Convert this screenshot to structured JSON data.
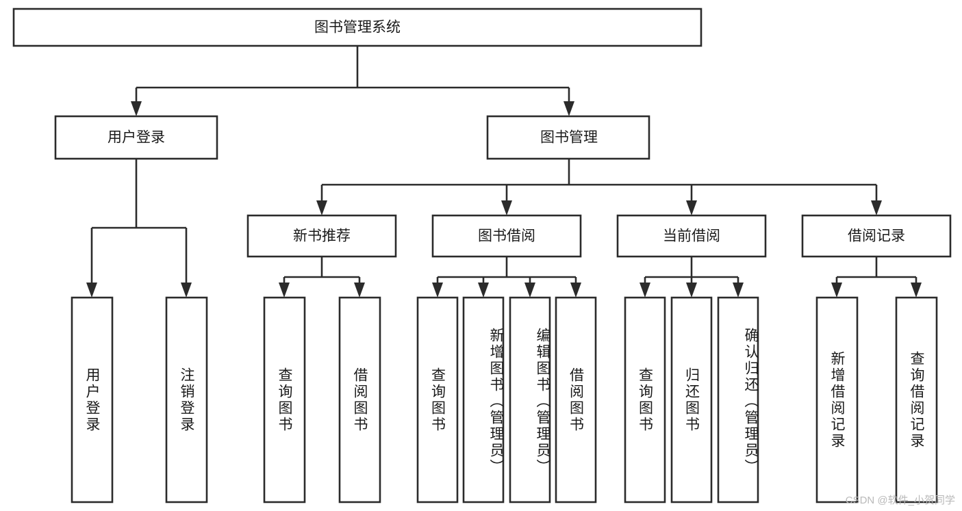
{
  "diagram": {
    "title_node": {
      "label": "图书管理系统"
    },
    "level2": [
      {
        "id": "user-login",
        "label": "用户登录"
      },
      {
        "id": "book-management",
        "label": "图书管理"
      }
    ],
    "level3": [
      {
        "id": "new-book-recommend",
        "label": "新书推荐"
      },
      {
        "id": "book-borrow",
        "label": "图书借阅"
      },
      {
        "id": "current-borrow",
        "label": "当前借阅"
      },
      {
        "id": "borrow-record",
        "label": "借阅记录"
      }
    ],
    "leaves": {
      "user_login": [
        {
          "id": "leaf-user-login",
          "label": "用户登录"
        },
        {
          "id": "leaf-logout-login",
          "label": "注销登录"
        }
      ],
      "new_book_recommend": [
        {
          "id": "leaf-query-book-1",
          "label": "查询图书"
        },
        {
          "id": "leaf-borrow-book-1",
          "label": "借阅图书"
        }
      ],
      "book_borrow": [
        {
          "id": "leaf-query-book-2",
          "label": "查询图书"
        },
        {
          "id": "leaf-add-book",
          "label": "新增图书（管理员）"
        },
        {
          "id": "leaf-edit-book",
          "label": "编辑图书（管理员）"
        },
        {
          "id": "leaf-borrow-book-2",
          "label": "借阅图书"
        }
      ],
      "current_borrow": [
        {
          "id": "leaf-query-book-3",
          "label": "查询图书"
        },
        {
          "id": "leaf-return-book",
          "label": "归还图书"
        },
        {
          "id": "leaf-confirm-return",
          "label": "确认归还（管理员）"
        }
      ],
      "borrow_record": [
        {
          "id": "leaf-add-record",
          "label": "新增借阅记录"
        },
        {
          "id": "leaf-query-record",
          "label": "查询借阅记录"
        }
      ]
    },
    "watermark": "CSDN @软件_小贺同学",
    "colors": {
      "stroke": "#2b2b2b",
      "fill": "#ffffff",
      "text": "#1a1a1a",
      "watermark": "#b9b9b9"
    }
  }
}
